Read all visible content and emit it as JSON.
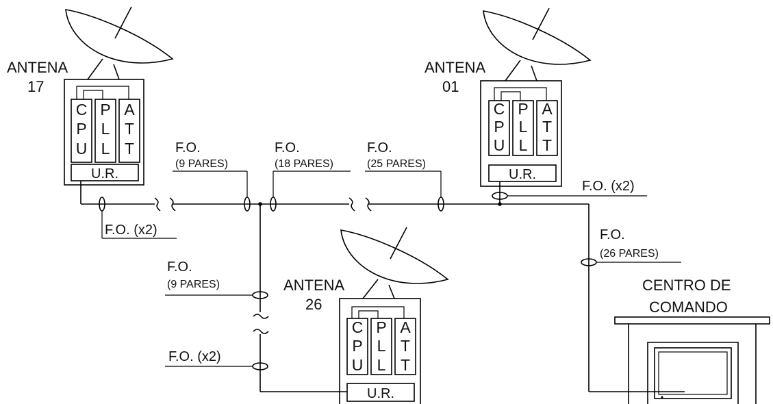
{
  "antennas": [
    {
      "name": "ANTENA",
      "number": "17"
    },
    {
      "name": "ANTENA",
      "number": "01"
    },
    {
      "name": "ANTENA",
      "number": "26"
    }
  ],
  "module_letters": {
    "cpu": [
      "C",
      "P",
      "U"
    ],
    "pll": [
      "P",
      "L",
      "L"
    ],
    "att": [
      "A",
      "T",
      "T"
    ]
  },
  "unit_label": "U.R.",
  "fiber_labels": {
    "fo": "F.O.",
    "x2": "F.O. (x2)",
    "pares_9": "(9 PARES)",
    "pares_18": "(18 PARES)",
    "pares_25": "(25 PARES)",
    "pares_26": "(26 PARES)"
  },
  "command_center": {
    "line1": "CENTRO DE",
    "line2": "COMANDO"
  }
}
